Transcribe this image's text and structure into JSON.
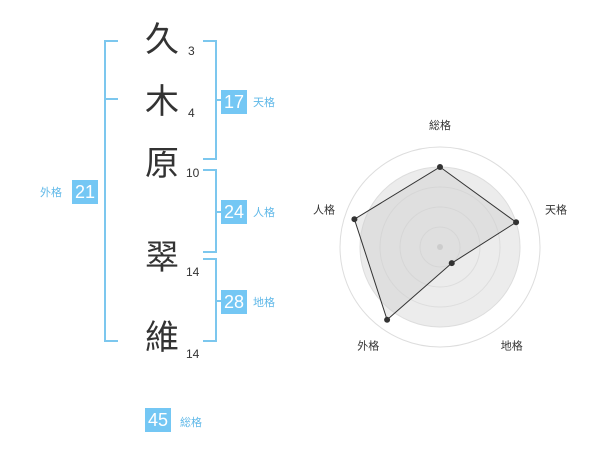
{
  "name": {
    "chars": [
      {
        "char": "久",
        "strokes": "3"
      },
      {
        "char": "木",
        "strokes": "4"
      },
      {
        "char": "原",
        "strokes": "10"
      },
      {
        "char": "翠",
        "strokes": "14"
      },
      {
        "char": "維",
        "strokes": "14"
      }
    ]
  },
  "fortune": {
    "tenkaku": {
      "value": "17",
      "label": "天格"
    },
    "jinkaku": {
      "value": "24",
      "label": "人格"
    },
    "chikaku": {
      "value": "28",
      "label": "地格"
    },
    "gaikaku": {
      "value": "21",
      "label": "外格"
    },
    "soukaku": {
      "value": "45",
      "label": "総格"
    }
  },
  "colors": {
    "accent": "#74c7f4",
    "accent_text": "#5fb8e8",
    "bracket": "#7cc7ee"
  },
  "chart_data": {
    "type": "radar",
    "axes": [
      "総格",
      "天格",
      "地格",
      "外格",
      "人格"
    ],
    "scale_max": 5,
    "rings": 5,
    "values": [
      4,
      4,
      1,
      4.5,
      4.5
    ]
  }
}
